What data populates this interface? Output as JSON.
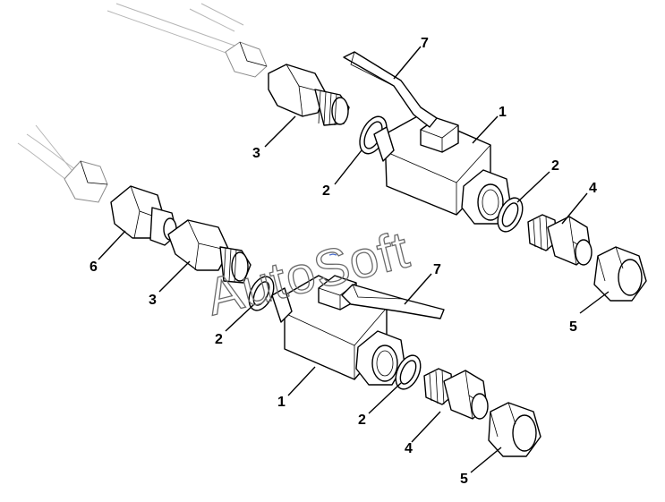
{
  "watermark": "AutoSoft",
  "callouts": {
    "upper_valve": "1",
    "upper_seal_left": "2",
    "upper_seal_right": "2",
    "upper_nipple": "3",
    "upper_adapter": "4",
    "upper_cap": "5",
    "upper_handle": "7",
    "lower_coupling": "6",
    "lower_nipple": "3",
    "lower_seal_left": "2",
    "lower_seal_right": "2",
    "lower_valve": "1",
    "lower_adapter": "4",
    "lower_cap": "5",
    "lower_handle": "7"
  }
}
